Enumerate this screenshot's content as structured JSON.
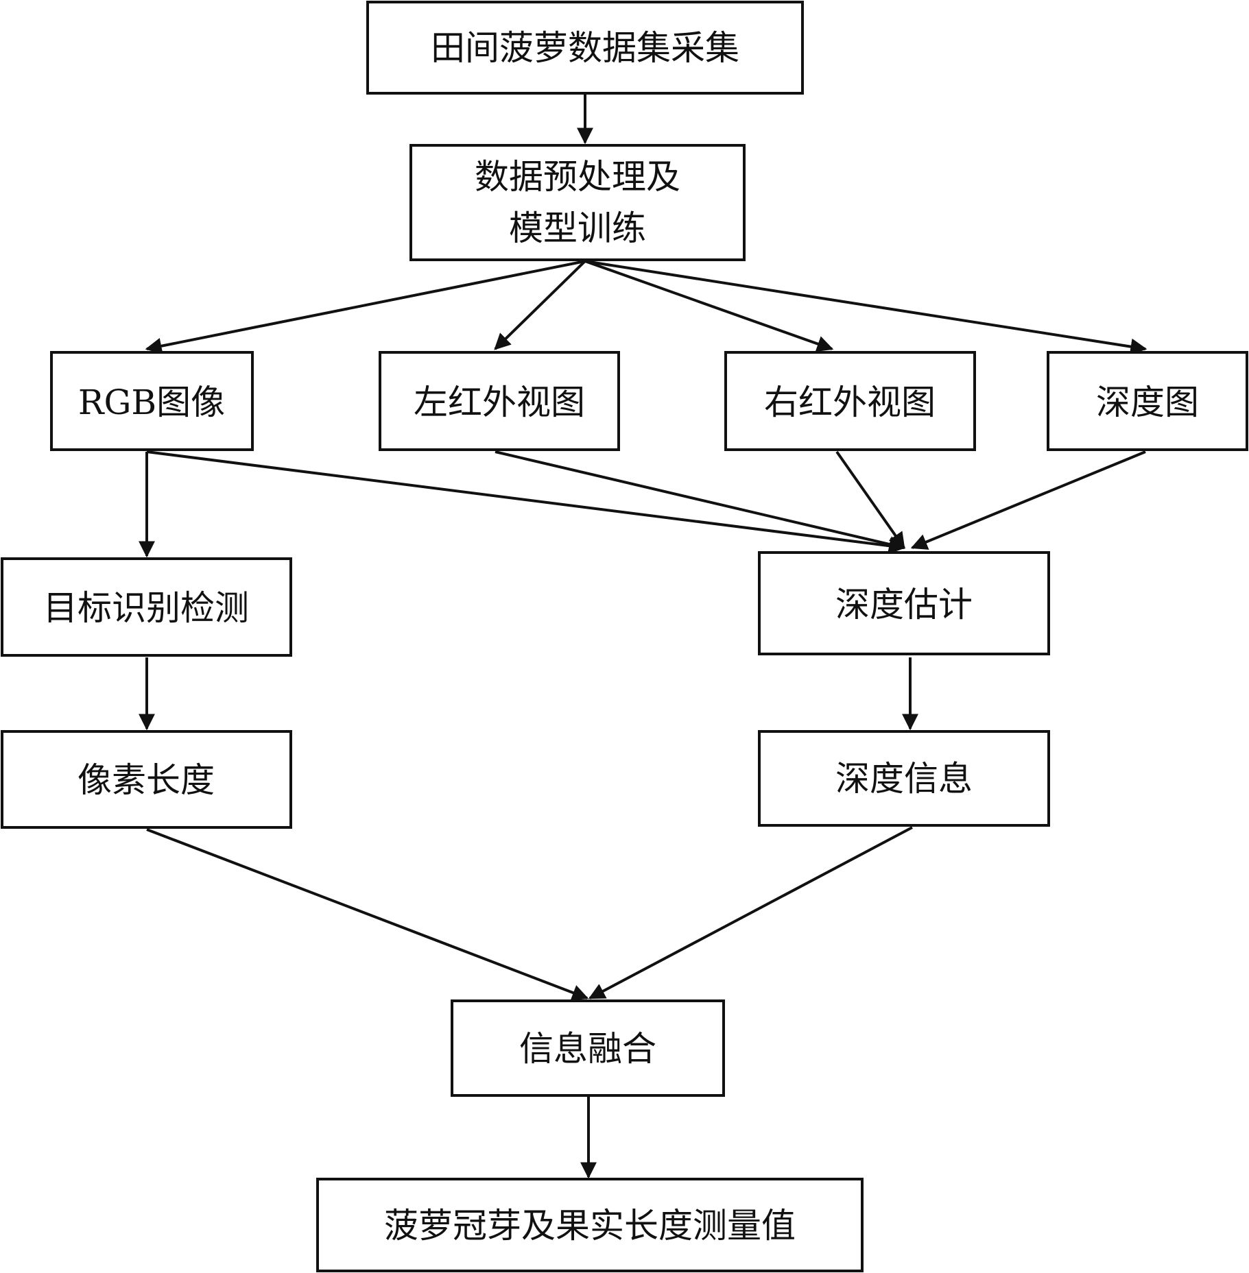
{
  "diagram": {
    "nodes": {
      "collect": "田间菠萝数据集采集",
      "preprocess_line1": "数据预处理及",
      "preprocess_line2": "模型训练",
      "rgb": "RGB图像",
      "left_ir": "左红外视图",
      "right_ir": "右红外视图",
      "depth_map": "深度图",
      "detect": "目标识别检测",
      "depth_est": "深度估计",
      "pixel_len": "像素长度",
      "depth_info": "深度信息",
      "fusion": "信息融合",
      "result": "菠萝冠芽及果实长度测量值"
    },
    "edges": [
      [
        "collect",
        "preprocess"
      ],
      [
        "preprocess",
        "rgb"
      ],
      [
        "preprocess",
        "left_ir"
      ],
      [
        "preprocess",
        "right_ir"
      ],
      [
        "preprocess",
        "depth_map"
      ],
      [
        "rgb",
        "detect"
      ],
      [
        "rgb",
        "depth_est"
      ],
      [
        "left_ir",
        "depth_est"
      ],
      [
        "right_ir",
        "depth_est"
      ],
      [
        "depth_map",
        "depth_est"
      ],
      [
        "detect",
        "pixel_len"
      ],
      [
        "depth_est",
        "depth_info"
      ],
      [
        "pixel_len",
        "fusion"
      ],
      [
        "depth_info",
        "fusion"
      ],
      [
        "fusion",
        "result"
      ]
    ]
  }
}
